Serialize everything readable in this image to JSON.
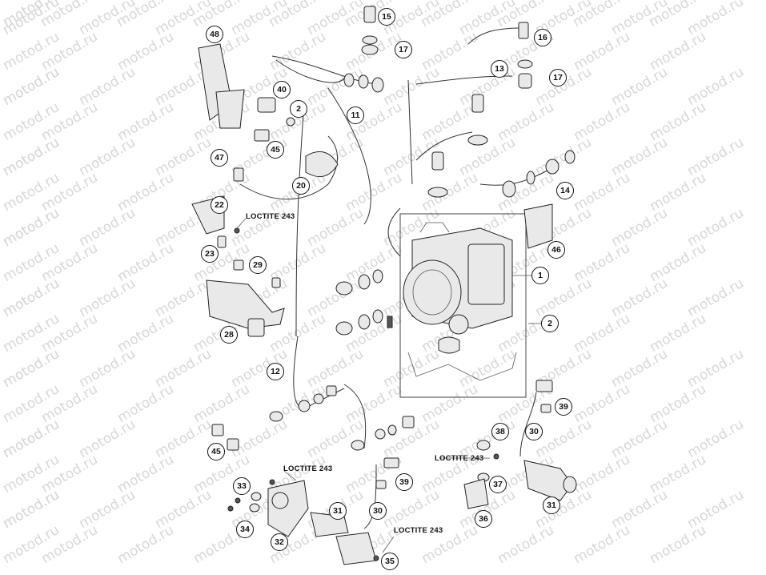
{
  "watermark": "motod.ru",
  "loctite_labels": [
    "LOCTITE 243",
    "LOCTITE 243",
    "LOCTITE 243",
    "LOCTITE 243"
  ],
  "callouts": [
    {
      "id": "c15",
      "label": "15"
    },
    {
      "id": "c16",
      "label": "16"
    },
    {
      "id": "c17a",
      "label": "17"
    },
    {
      "id": "c17b",
      "label": "17"
    },
    {
      "id": "c13",
      "label": "13"
    },
    {
      "id": "c48",
      "label": "48"
    },
    {
      "id": "c40",
      "label": "40"
    },
    {
      "id": "c2a",
      "label": "2"
    },
    {
      "id": "c11",
      "label": "11"
    },
    {
      "id": "c45a",
      "label": "45"
    },
    {
      "id": "c47",
      "label": "47"
    },
    {
      "id": "c20",
      "label": "20"
    },
    {
      "id": "c14",
      "label": "14"
    },
    {
      "id": "c22",
      "label": "22"
    },
    {
      "id": "c23",
      "label": "23"
    },
    {
      "id": "c29",
      "label": "29"
    },
    {
      "id": "c46",
      "label": "46"
    },
    {
      "id": "c1",
      "label": "1"
    },
    {
      "id": "c2b",
      "label": "2"
    },
    {
      "id": "c28",
      "label": "28"
    },
    {
      "id": "c12",
      "label": "12"
    },
    {
      "id": "c39a",
      "label": "39"
    },
    {
      "id": "c30a",
      "label": "30"
    },
    {
      "id": "c38",
      "label": "38"
    },
    {
      "id": "c45b",
      "label": "45"
    },
    {
      "id": "c37",
      "label": "37"
    },
    {
      "id": "c33",
      "label": "33"
    },
    {
      "id": "c39b",
      "label": "39"
    },
    {
      "id": "c31a",
      "label": "31"
    },
    {
      "id": "c31b",
      "label": "31"
    },
    {
      "id": "c36",
      "label": "36"
    },
    {
      "id": "c30b",
      "label": "30"
    },
    {
      "id": "c34",
      "label": "34"
    },
    {
      "id": "c32",
      "label": "32"
    },
    {
      "id": "c35",
      "label": "35"
    }
  ]
}
